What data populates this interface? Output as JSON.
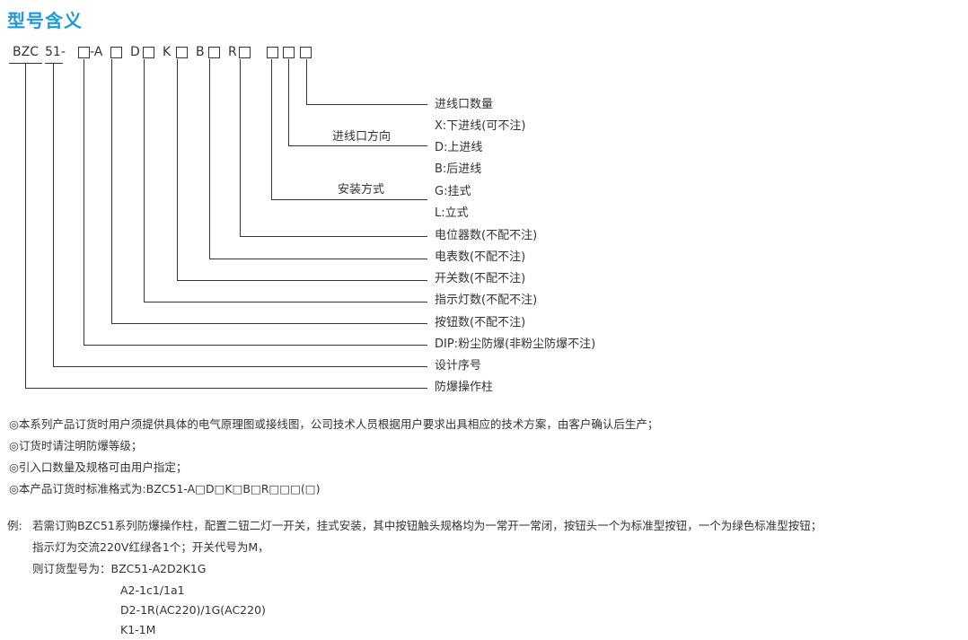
{
  "title": "型号含义",
  "code": {
    "bzc": "BZC",
    "n51": "51-",
    "a": "-A",
    "d": "D",
    "k": "K",
    "b": "B",
    "r": "R"
  },
  "labels": {
    "count": "进线口数量",
    "x_down": "X:下进线(可不注)",
    "d_up": "D:上进线",
    "b_back": "B:后进线",
    "g_hang": "G:挂式",
    "l_stand": "L:立式",
    "pot": "电位器数(不配不注)",
    "meter": "电表数(不配不注)",
    "switch": "开关数(不配不注)",
    "lamp": "指示灯数(不配不注)",
    "button": "按钮数(不配不注)",
    "dip": "DIP:粉尘防爆(非粉尘防爆不注)",
    "design": "设计序号",
    "column": "防爆操作柱",
    "inlet_dir": "进线口方向",
    "install": "安装方式"
  },
  "notes": [
    "◎本系列产品订货时用户须提供具体的电气原理图或接线图，公司技术人员根据用户要求出具相应的技术方案，由客户确认后生产；",
    "◎订货时请注明防爆等级；",
    "◎引入口数量及规格可由用户指定；",
    "◎本产品订货时标准格式为:BZC51-A□D□K□B□R□□□(□)"
  ],
  "example": {
    "prefix": "例:",
    "line1": "若需订购BZC51系列防爆操作柱，配置二钮二灯一开关，挂式安装，其中按钮触头规格均为一常开一常闭，按钮头一个为标准型按钮，一个为绿色标准型按钮；",
    "line2": "指示灯为交流220V红绿各1个；开关代号为M，",
    "line3": "则订货型号为：BZC51-A2D2K1G",
    "line4": "A2-1c1/1a1",
    "line5": "D2-1R(AC220)/1G(AC220)",
    "line6": "K1-1M"
  }
}
